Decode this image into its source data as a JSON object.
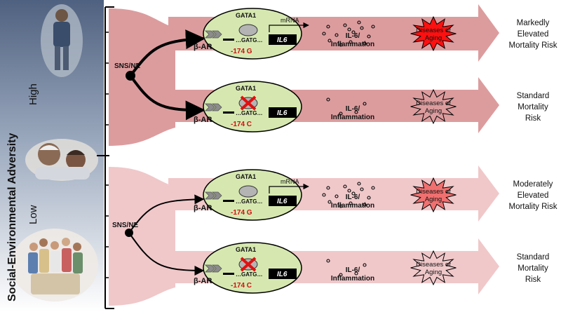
{
  "axis": {
    "label": "Social-Environmental Adversity",
    "high": "High",
    "low": "Low"
  },
  "colors": {
    "high_band": "#dc9c9e",
    "low_band": "#f0c8ca",
    "cell": "#d6e8b0",
    "disease_strong": "#ff1010",
    "disease_moderate": "#f07070",
    "sidebar_top": "#5a6b8a",
    "sidebar_bottom": "#ffffff"
  },
  "panels": [
    {
      "id": "high",
      "sns_label": "SNS/NE",
      "rows": [
        {
          "id": "high-g",
          "receptor": "β-AR",
          "factor": "GATA1",
          "factor_blocked": false,
          "promoter": "…GATG…",
          "gene": "IL6",
          "allele": "-174 G",
          "mrna": "mRNA",
          "cytokine": [
            "IL-6/",
            "Inflammation"
          ],
          "disease": [
            "Diseases of",
            "Aging"
          ],
          "disease_level": "strong",
          "outcome": [
            "Markedly",
            "Elevated",
            "Mortality Risk"
          ]
        },
        {
          "id": "high-c",
          "receptor": "β-AR",
          "factor": "GATA1",
          "factor_blocked": true,
          "promoter": "…GATG…",
          "gene": "IL6",
          "allele": "-174 C",
          "mrna": "",
          "cytokine": [
            "IL-6/",
            "Inflammation"
          ],
          "disease": [
            "Diseases of",
            "Aging"
          ],
          "disease_level": "none",
          "outcome": [
            "Standard",
            "Mortality",
            "Risk"
          ]
        }
      ]
    },
    {
      "id": "low",
      "sns_label": "SNS/NE",
      "rows": [
        {
          "id": "low-g",
          "receptor": "β-AR",
          "factor": "GATA1",
          "factor_blocked": false,
          "promoter": "…GATG…",
          "gene": "IL6",
          "allele": "-174 G",
          "mrna": "mRNA",
          "cytokine": [
            "IL-6/",
            "Inflammation"
          ],
          "disease": [
            "Diseases of",
            "Aging"
          ],
          "disease_level": "moderate",
          "outcome": [
            "Moderately",
            "Elevated",
            "Mortality Risk"
          ]
        },
        {
          "id": "low-c",
          "receptor": "β-AR",
          "factor": "GATA1",
          "factor_blocked": true,
          "promoter": "…GATG…",
          "gene": "IL6",
          "allele": "-174 C",
          "mrna": "",
          "cytokine": [
            "IL-6/",
            "Inflammation"
          ],
          "disease": [
            "Diseases of",
            "Aging"
          ],
          "disease_level": "none",
          "outcome": [
            "Standard",
            "Mortality",
            "Risk"
          ]
        }
      ]
    }
  ]
}
